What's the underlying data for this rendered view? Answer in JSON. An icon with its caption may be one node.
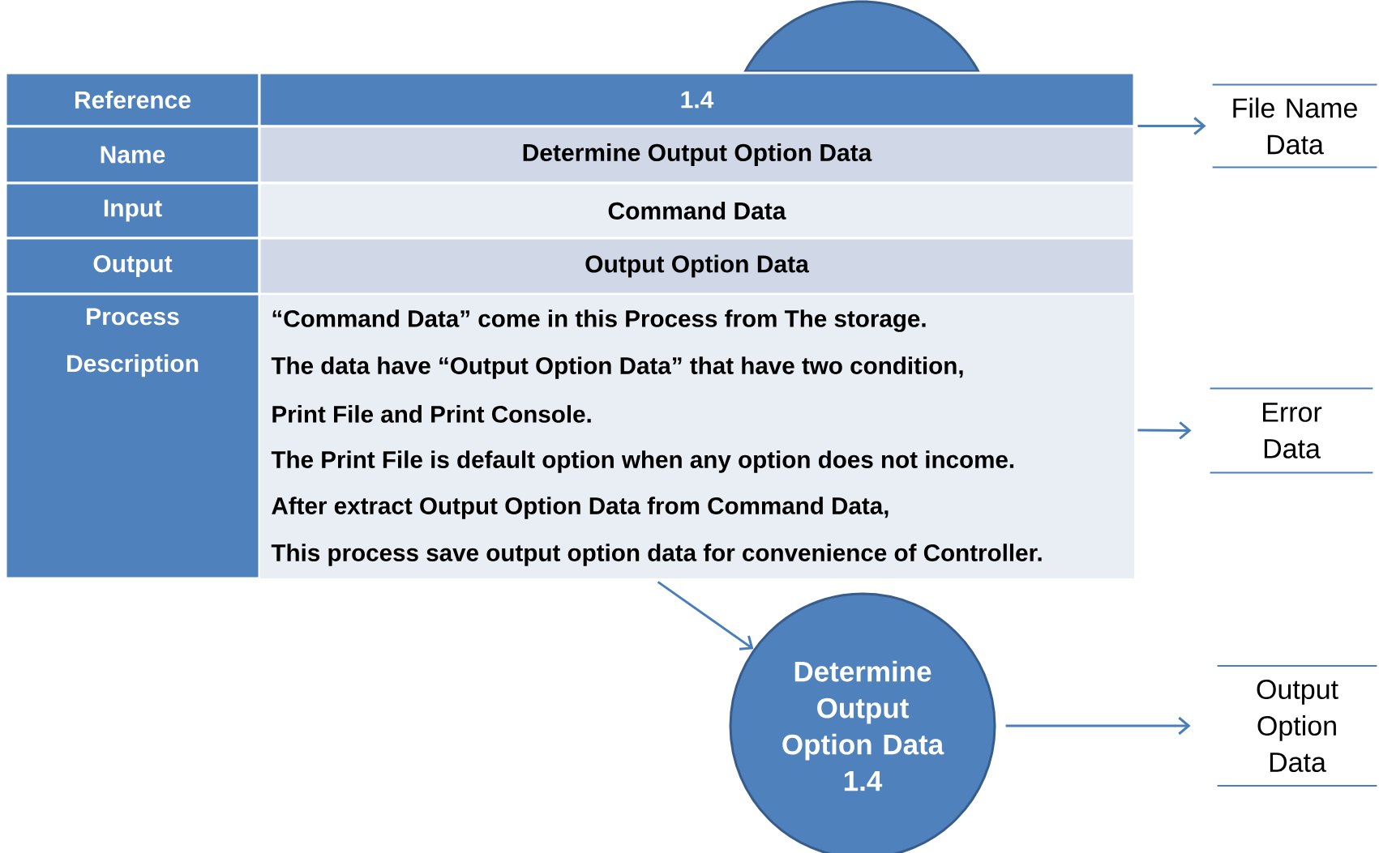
{
  "diagram": {
    "nodes": [
      {
        "text": [],
        "shape": "circle"
      },
      {
        "text": [
          "Reference",
          "1.4",
          "Name",
          "Determine Output Option Data",
          "Input",
          "Command Data",
          "Output",
          "Output Option Data",
          "Process Description",
          "“Command Data” come in this Process from The storage.",
          "The data have “Output Option Data” that have two condition,",
          "Print File and Print Console.",
          "The Print File is default option when any option does not income.",
          "After extract Output Option Data from Command Data,",
          "This process save output option data for convenience of Controller."
        ]
      },
      {
        "text": [
          "File Name Data"
        ]
      },
      {
        "text": [
          "Error Data"
        ]
      },
      {
        "text": [
          "Determine Output Option Data",
          "1.4"
        ]
      },
      {
        "text": [
          "Output Option Data"
        ]
      }
    ],
    "edges": [
      {
        "from": 1,
        "to": 2,
        "arrow": "to"
      },
      {
        "from": 1,
        "to": 3,
        "arrow": "to"
      },
      {
        "from": 1,
        "to": 4,
        "arrow": "to"
      },
      {
        "from": 4,
        "to": 5,
        "arrow": "to"
      }
    ]
  }
}
